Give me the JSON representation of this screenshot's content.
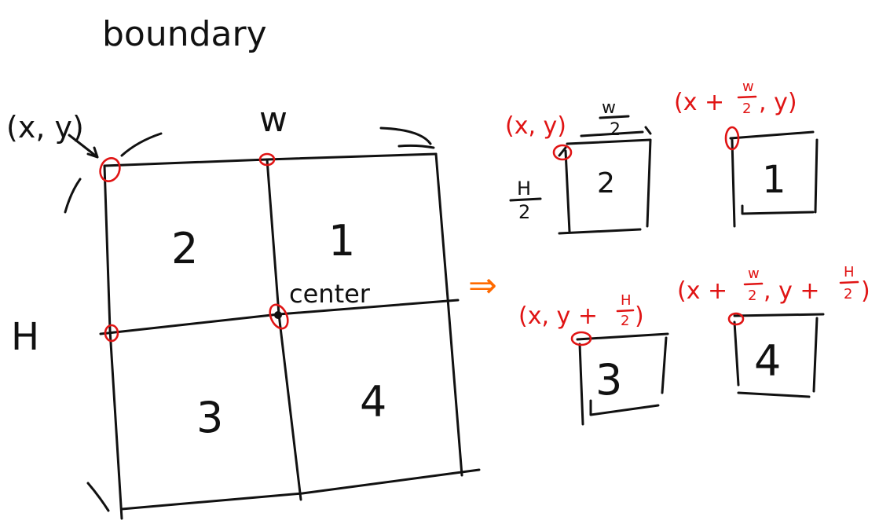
{
  "title": "boundary",
  "main": {
    "top_left_label": "(x, y)",
    "width_label": "w",
    "height_label": "H",
    "center_label": "center",
    "quadrants": [
      "2",
      "1",
      "3",
      "4"
    ]
  },
  "arrow": "⇒",
  "sub": {
    "half_w": {
      "num": "w",
      "den": "2"
    },
    "half_h": {
      "num": "H",
      "den": "2"
    },
    "q2": {
      "label": "2",
      "coord": "(x, y)"
    },
    "q1": {
      "label": "1",
      "coord_pre": "(x +",
      "coord_frac_num": "w",
      "coord_frac_den": "2",
      "coord_post": ", y)"
    },
    "q3": {
      "label": "3",
      "coord_pre": "(x, y +",
      "coord_frac_num": "H",
      "coord_frac_den": "2",
      "coord_post": ")"
    },
    "q4": {
      "label": "4",
      "coord_pre": "(x +",
      "coord_frac_num": "w",
      "coord_frac_den": "2",
      "coord_mid": ", y +",
      "coord_frac2_num": "H",
      "coord_frac2_den": "2",
      "coord_post": ")"
    }
  },
  "colors": {
    "ink": "#111111",
    "annotation": "#e01414",
    "arrow": "#ff6a00"
  }
}
